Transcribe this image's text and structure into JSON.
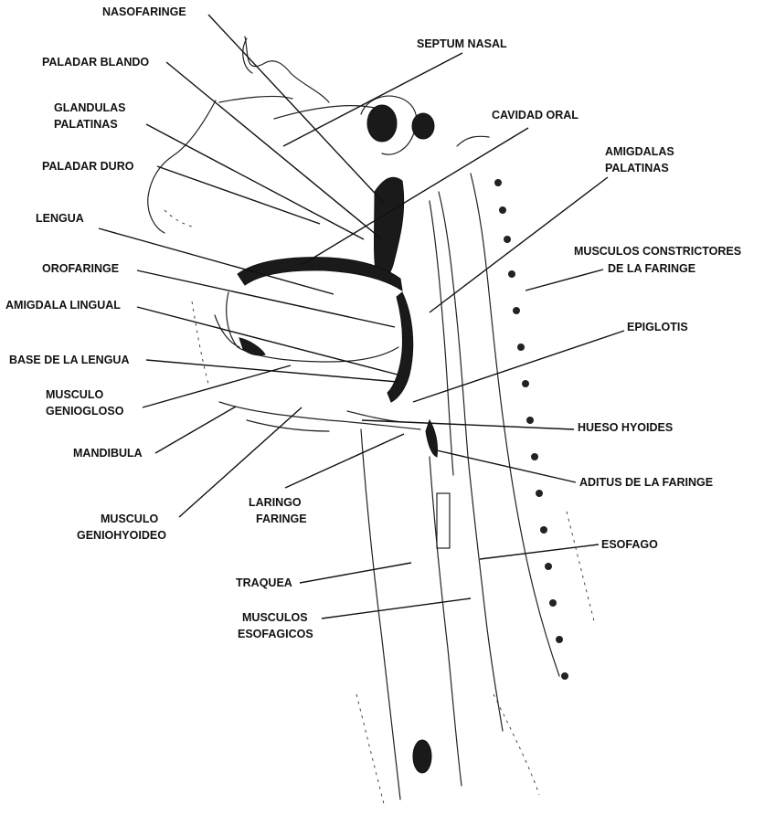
{
  "labels": {
    "nasofaringe": "NASOFARINGE",
    "paladar_blando": "PALADAR BLANDO",
    "glandulas_1": "GLANDULAS",
    "glandulas_2": "PALATINAS",
    "paladar_duro": "PALADAR DURO",
    "lengua": "LENGUA",
    "orofaringe": "OROFARINGE",
    "amigdala_lingual": "AMIGDALA LINGUAL",
    "base_lengua": "BASE DE LA LENGUA",
    "geniogloso_1": "MUSCULO",
    "geniogloso_2": "GENIOGLOSO",
    "mandibula": "MANDIBULA",
    "geniohyoideo_1": "MUSCULO",
    "geniohyoideo_2": "GENIOHYOIDEO",
    "septum_nasal": "SEPTUM NASAL",
    "cavidad_oral": "CAVIDAD ORAL",
    "amigdalas_1": "AMIGDALAS",
    "amigdalas_2": "PALATINAS",
    "constrictores_1": "MUSCULOS CONSTRICTORES",
    "constrictores_2": "DE LA FARINGE",
    "epiglotis": "EPIGLOTIS",
    "hueso_hyoides": "HUESO HYOIDES",
    "aditus": "ADITUS DE LA FARINGE",
    "laringo_1": "LARINGO",
    "laringo_2": "FARINGE",
    "esofago": "ESOFAGO",
    "traquea": "TRAQUEA",
    "musculos_esof_1": "MUSCULOS",
    "musculos_esof_2": "ESOFAGICOS"
  }
}
